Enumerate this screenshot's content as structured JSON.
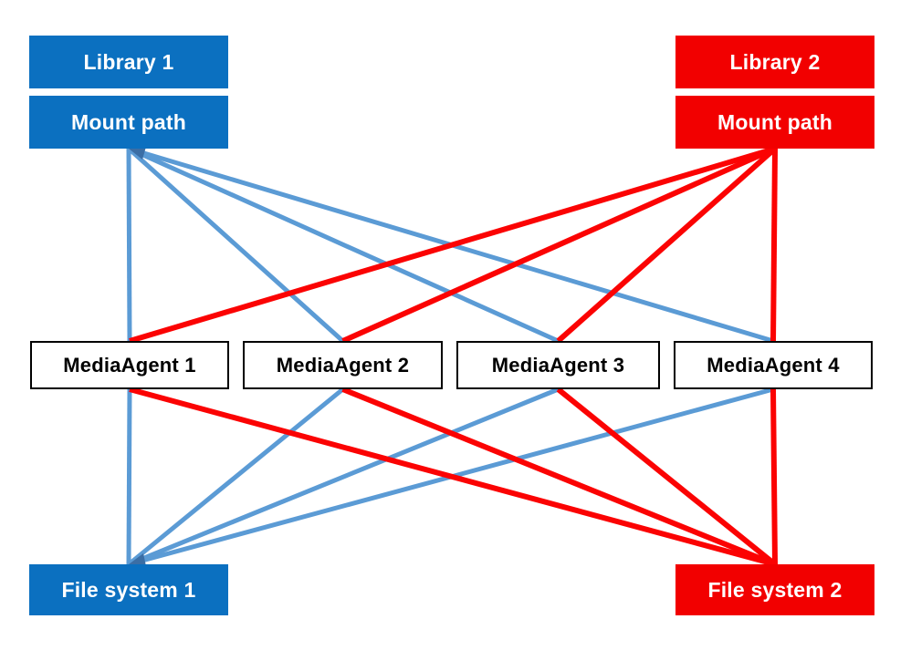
{
  "diagram": {
    "nodes": {
      "library1": {
        "label": "Library 1",
        "group": "blue"
      },
      "mount1": {
        "label": "Mount path",
        "group": "blue"
      },
      "library2": {
        "label": "Library 2",
        "group": "red"
      },
      "mount2": {
        "label": "Mount path",
        "group": "red"
      },
      "ma1": {
        "label": "MediaAgent 1",
        "group": "agent"
      },
      "ma2": {
        "label": "MediaAgent 2",
        "group": "agent"
      },
      "ma3": {
        "label": "MediaAgent 3",
        "group": "agent"
      },
      "ma4": {
        "label": "MediaAgent 4",
        "group": "agent"
      },
      "fs1": {
        "label": "File system 1",
        "group": "blue"
      },
      "fs2": {
        "label": "File system 2",
        "group": "red"
      }
    },
    "edges": [
      {
        "from": "mount1",
        "to": "ma1",
        "color": "blue"
      },
      {
        "from": "mount1",
        "to": "ma2",
        "color": "blue"
      },
      {
        "from": "mount1",
        "to": "ma3",
        "color": "blue"
      },
      {
        "from": "mount1",
        "to": "ma4",
        "color": "blue"
      },
      {
        "from": "ma1",
        "to": "fs1",
        "color": "blue"
      },
      {
        "from": "ma2",
        "to": "fs1",
        "color": "blue"
      },
      {
        "from": "ma3",
        "to": "fs1",
        "color": "blue"
      },
      {
        "from": "ma4",
        "to": "fs1",
        "color": "blue"
      },
      {
        "from": "mount2",
        "to": "ma1",
        "color": "red"
      },
      {
        "from": "mount2",
        "to": "ma2",
        "color": "red"
      },
      {
        "from": "mount2",
        "to": "ma3",
        "color": "red"
      },
      {
        "from": "mount2",
        "to": "ma4",
        "color": "red"
      },
      {
        "from": "ma1",
        "to": "fs2",
        "color": "red"
      },
      {
        "from": "ma2",
        "to": "fs2",
        "color": "red"
      },
      {
        "from": "ma3",
        "to": "fs2",
        "color": "red"
      },
      {
        "from": "ma4",
        "to": "fs2",
        "color": "red"
      }
    ],
    "styles": {
      "blue": {
        "box_fill": "#0b70c0",
        "line_stroke": "#5b9bd5",
        "line_width": 5,
        "arrow_fill": "#3b6ea5",
        "text_color": "#ffffff"
      },
      "red": {
        "box_fill": "#f20000",
        "line_stroke": "#fb0303",
        "line_width": 6,
        "text_color": "#ffffff"
      },
      "agent": {
        "box_fill": "#ffffff",
        "border": "#000000",
        "text_color": "#000000"
      }
    }
  }
}
